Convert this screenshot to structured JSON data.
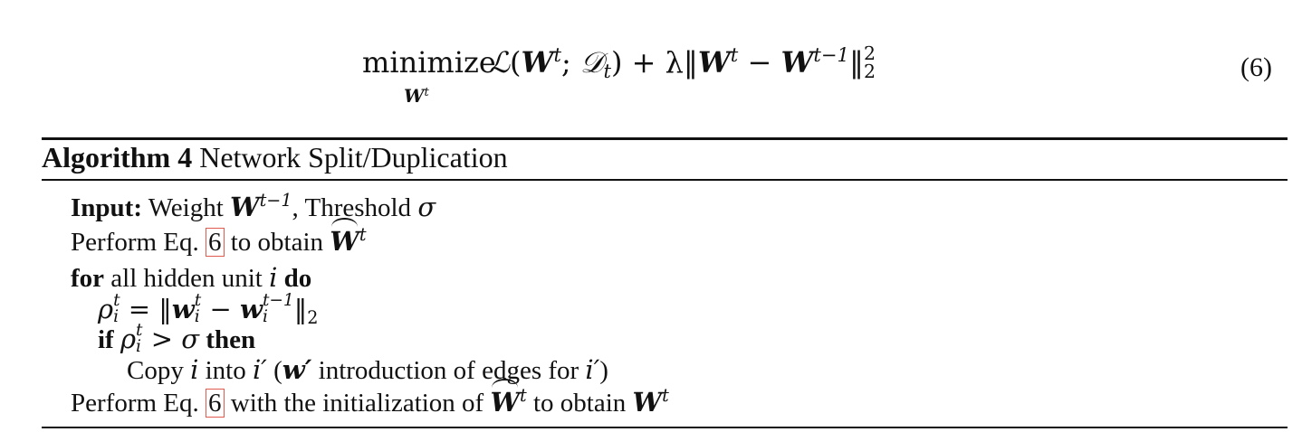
{
  "equation": {
    "operator": "minimize",
    "subscript_var": "W",
    "subscript_sup": "t",
    "loss": "ℒ",
    "W": "W",
    "t": "t",
    "dataset": "𝒟",
    "plus_lambda": "+ λ‖",
    "minus": "−",
    "t_minus_1": "t−1",
    "norm_sub": "2",
    "norm_sup": "2",
    "number": "(6)"
  },
  "algorithm": {
    "label": "Algorithm 4",
    "name": "Network Split/Duplication",
    "input_label": "Input:",
    "input_text_1": "Weight",
    "input_text_2": ", Threshold",
    "sigma": "σ",
    "perform_1": "Perform Eq.",
    "ref_1": "6",
    "obtain_1": "to obtain",
    "for_kw": "for",
    "for_text": "all hidden unit",
    "i": "i",
    "do_kw": "do",
    "rho": "ρ",
    "eq_norm": "= ‖",
    "w": "w",
    "if_kw": "if",
    "gt": ">",
    "then_kw": "then",
    "copy_text": "Copy",
    "into_text": "into",
    "i_prime": "i′",
    "paren_open": "(",
    "w_prime": "w′",
    "edges_text": "introduction of edges for",
    "paren_close": ")",
    "perform_2": "Perform Eq.",
    "ref_2": "6",
    "init_text": "with the initialization of",
    "obtain_2": "to obtain"
  }
}
